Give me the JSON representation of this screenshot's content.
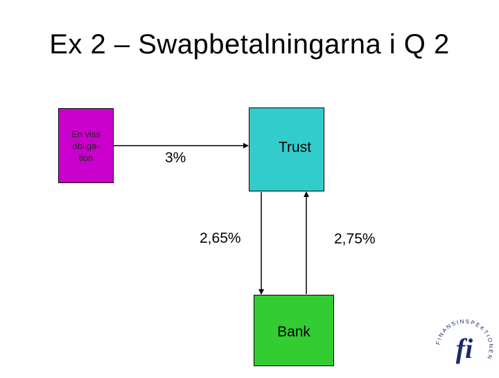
{
  "slide": {
    "title": "Ex 2 – Swapbetalningarna i Q 2"
  },
  "boxes": {
    "obligation": {
      "label": "En viss obliga-tion",
      "lines": [
        "En viss",
        "obliga-",
        "tion"
      ],
      "color": "#cc00cc"
    },
    "trust": {
      "label": "Trust",
      "color": "#33cccc"
    },
    "bank": {
      "label": "Bank",
      "color": "#33cc33"
    }
  },
  "flows": {
    "obligation_to_trust": "3%",
    "trust_to_bank": "2,65%",
    "bank_to_trust": "2,75%"
  },
  "logo": {
    "icon": "finansinspektionen-logo",
    "text": "FINANSINSPEKTIONEN",
    "color": "#1a2a6c"
  }
}
